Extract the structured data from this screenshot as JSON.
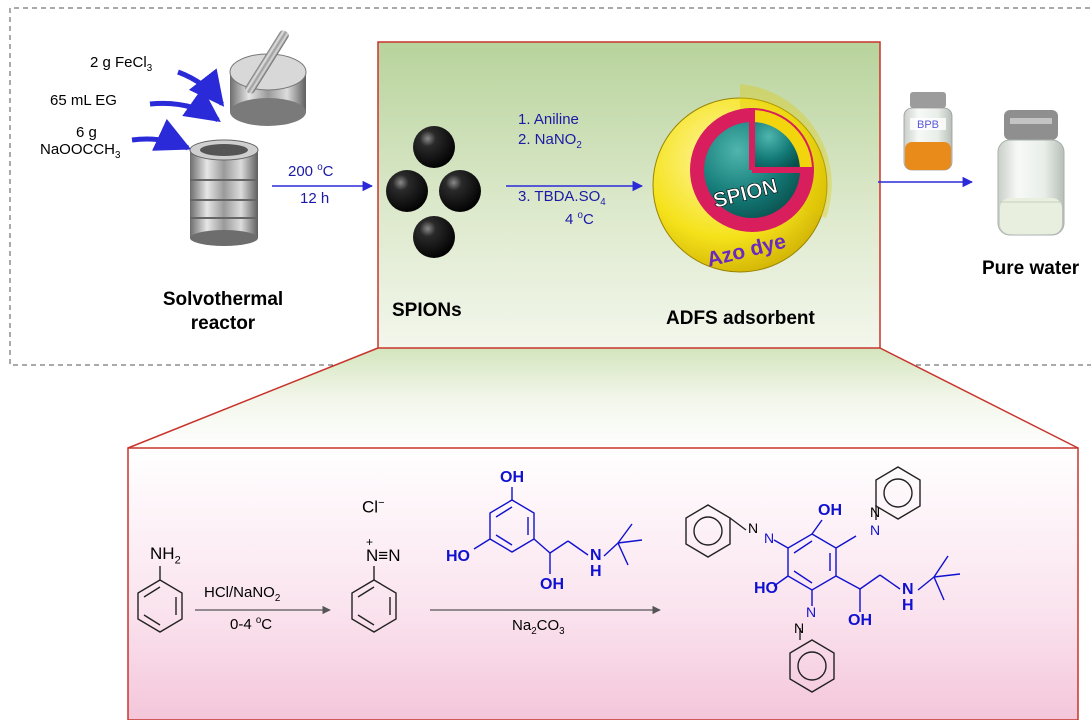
{
  "colors": {
    "border": "#c8342c",
    "arrow_blue": "#2a2ad8",
    "text_blue": "#1a1aa6",
    "chem_blue": "#1010d0",
    "panel_green": "#dde9cc",
    "panel_pink": "#f6cfe0",
    "core_teal": "#137a77",
    "shell_pink": "#d81e5c",
    "outer_yellow": "#f5e21b"
  },
  "reactor": {
    "reagent1": "2 g FeCl",
    "reagent1_sub": "3",
    "reagent2": "65 mL EG",
    "reagent3_line1": "6 g",
    "reagent3_line2": "NaOOCCH",
    "reagent3_sub": "3",
    "label_line1": "Solvothermal",
    "label_line2": "reactor"
  },
  "step1": {
    "temp": "200 ",
    "temp_sup": "o",
    "temp_unit": "C",
    "time": "12 h"
  },
  "spions": {
    "label": "SPIONs"
  },
  "step2": {
    "line1": "1. Aniline",
    "line2": "2. NaNO",
    "line2_sub": "2",
    "line3": "3. TBDA.SO",
    "line3_sub": "4",
    "line4": "4 ",
    "line4_sup": "o",
    "line4_unit": "C"
  },
  "adsorbent": {
    "core_label": "SPION",
    "shell_label": "Azo dye",
    "label": "ADFS adsorbent"
  },
  "vial": {
    "tag": "BPB"
  },
  "water": {
    "label": "Pure water"
  },
  "scheme": {
    "aniline_group": "NH",
    "aniline_sub": "2",
    "reagent_a": "HCl/NaNO",
    "reagent_a_sub": "2",
    "cond_a": "0-4 ",
    "cond_a_sup": "o",
    "cond_a_unit": "C",
    "diazo_anion": "Cl",
    "diazo_minus": "−",
    "diazo_plus": "+",
    "diazo_group": "N≡N",
    "terb_oh_top": "OH",
    "terb_ho_left": "HO",
    "terb_oh_chain": "OH",
    "terb_nh": "N",
    "terb_h": "H",
    "reagent_b": "Na",
    "reagent_b_sub": "2",
    "reagent_b_end": "CO",
    "reagent_b_sub2": "3",
    "prod_oh_top": "OH",
    "prod_ho_left": "HO",
    "prod_oh_chain": "OH",
    "prod_nh": "N",
    "prod_h": "H",
    "azo_n": "N"
  }
}
